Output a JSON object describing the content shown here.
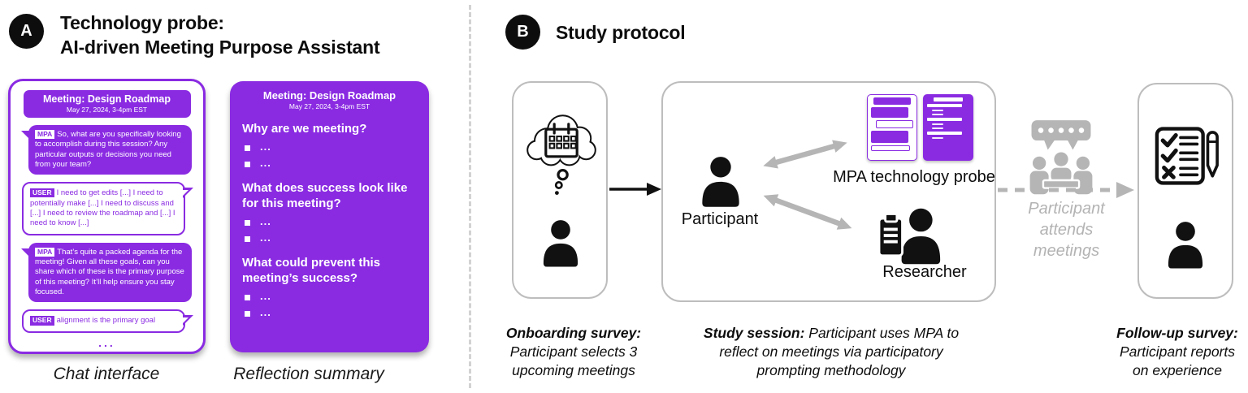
{
  "colors": {
    "accent": "#8A2BE2",
    "gray_icons": "#b5b5b5",
    "box_border": "#bdbdbd"
  },
  "panel_a": {
    "badge": "A",
    "title_line1": "Technology probe:",
    "title_line2": "AI-driven Meeting Purpose Assistant",
    "chat": {
      "header_title": "Meeting: Design Roadmap",
      "header_subtitle": "May 27, 2024,  3-4pm  EST",
      "messages": [
        {
          "speaker": "MPA",
          "text": "So, what are you specifically looking to accomplish during this session? Any particular outputs or decisions you need from your team?"
        },
        {
          "speaker": "USER",
          "text": "I need to get edits [...] I need to potentially make [...] I need to discuss and [...] I need to review the roadmap and [...] I need to know [...]"
        },
        {
          "speaker": "MPA",
          "text": "That’s quite a packed agenda for the meeting! Given all these goals, can you share which of these is the primary purpose of this meeting? It’ll help ensure you stay focused."
        },
        {
          "speaker": "USER",
          "text": "alignment is the primary goal"
        }
      ],
      "ellipsis": "...",
      "caption": "Chat interface"
    },
    "summary": {
      "header_title": "Meeting: Design Roadmap",
      "header_subtitle": "May 27, 2024,  3-4pm  EST",
      "sections": [
        {
          "question": "Why are we meeting?",
          "bullets": [
            "...",
            "..."
          ]
        },
        {
          "question": "What does success look like for this meeting?",
          "bullets": [
            "...",
            "..."
          ]
        },
        {
          "question": "What could prevent this meeting’s success?",
          "bullets": [
            "...",
            "..."
          ]
        }
      ],
      "caption": "Reflection summary"
    }
  },
  "panel_b": {
    "badge": "B",
    "title": "Study protocol",
    "participant_label": "Participant",
    "probe_label": "MPA technology probe",
    "researcher_label": "Researcher",
    "attends_lines": [
      "Participant",
      "attends",
      "meetings"
    ],
    "captions": {
      "onboarding_bold": "Onboarding survey:",
      "onboarding_rest": " Participant selects 3 upcoming meetings",
      "session_bold": "Study session:",
      "session_rest": " Participant uses MPA to reflect on meetings via participatory prompting methodology",
      "followup_bold": "Follow-up survey:",
      "followup_rest": " Participant reports on experience"
    }
  }
}
